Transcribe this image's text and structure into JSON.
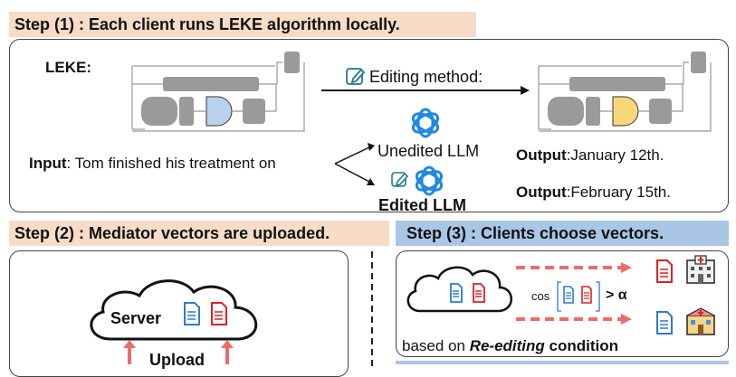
{
  "step1": {
    "title": "Step (1) : Each client runs LEKE algorithm locally."
  },
  "leke_label": "LEKE:",
  "editing_method": "Editing method:",
  "input_bold": "Input",
  "input_text": ": Tom finished his treatment on",
  "unedited_llm": "Unedited LLM",
  "edited_llm": "Edited LLM",
  "output1_bold": "Output",
  "output1_text": ":January 12th.",
  "output2_bold": "Output",
  "output2_text": ":February 15th.",
  "step2": {
    "title": "Step (2) : Mediator vectors are uploaded."
  },
  "step3": {
    "title": "Step (3) : Clients choose vectors."
  },
  "server_label": "Server",
  "upload_label": "Upload",
  "cos_label": "cos",
  "alpha_label": "> α",
  "condition_prefix": "based on ",
  "condition_italic": "Re-editing",
  "condition_suffix": " condition",
  "colors": {
    "peach": "#f7dcc7",
    "blue": "#a9c6e6",
    "gray_block": "#9a9a9a",
    "highlight_blue": "#b9d2ee",
    "highlight_yellow": "#f8d77a",
    "red_arrow": "#f06a6a",
    "doc_blue": "#2b7bd6",
    "doc_red": "#e02020"
  },
  "icons": [
    "pencil-icon",
    "openai-icon",
    "document-blue-icon",
    "document-red-icon",
    "hospital-icon",
    "cloud-icon"
  ]
}
